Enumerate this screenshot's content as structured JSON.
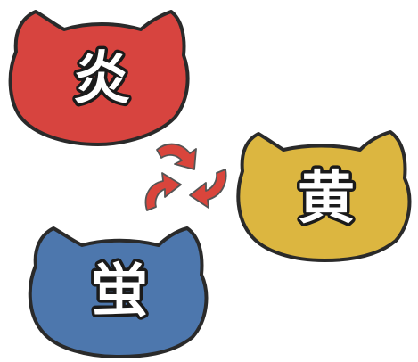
{
  "diagram": {
    "nodes": [
      {
        "id": "red",
        "label": "炎",
        "color": "#d7443f"
      },
      {
        "id": "yellow",
        "label": "黄",
        "color": "#dcb640"
      },
      {
        "id": "blue",
        "label": "蛍",
        "color": "#4d77ad"
      }
    ],
    "cycle_arrows": [
      {
        "from": "red",
        "to": "yellow",
        "color": "#d9453c"
      },
      {
        "from": "yellow",
        "to": "blue",
        "color": "#d9453c"
      },
      {
        "from": "blue",
        "to": "red",
        "color": "#d9453c"
      }
    ]
  }
}
